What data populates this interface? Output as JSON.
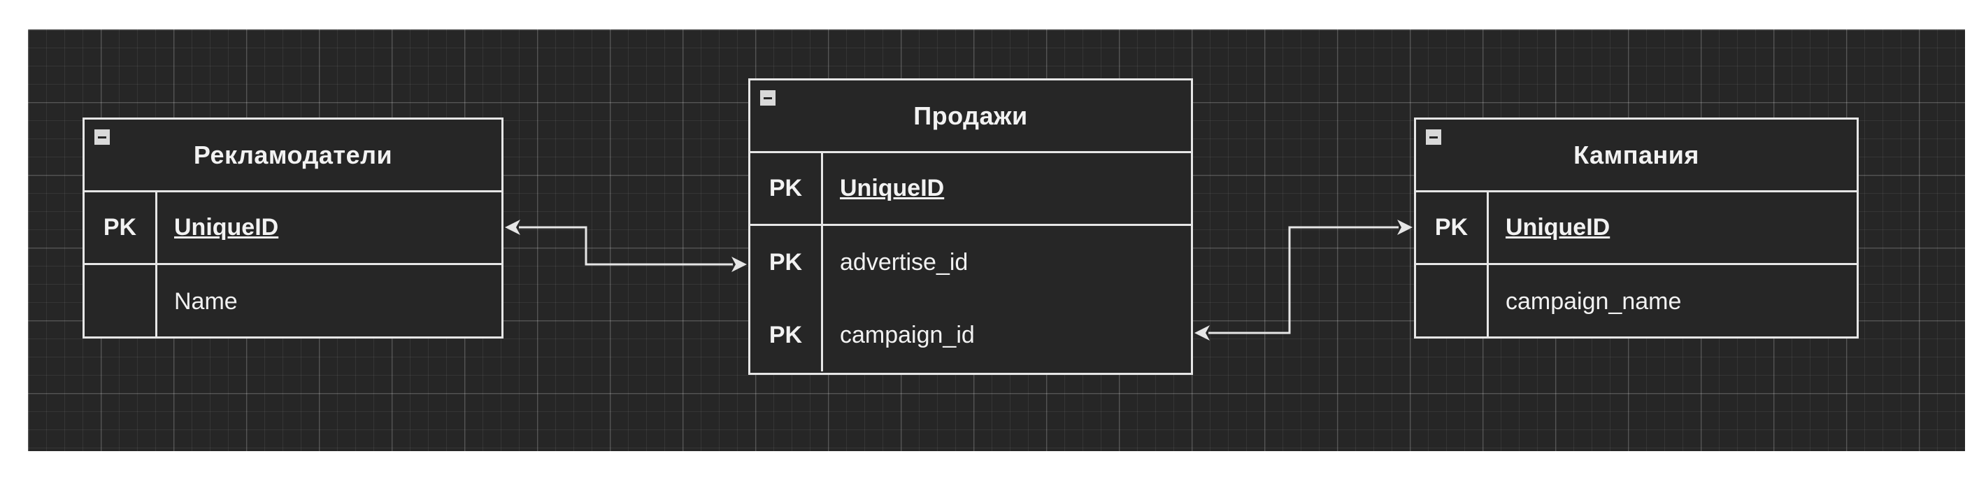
{
  "entities": {
    "advertisers": {
      "title": "Рекламодатели",
      "rows": [
        {
          "key": "PK",
          "name": "UniqueID"
        },
        {
          "key": "",
          "name": "Name"
        }
      ]
    },
    "sales": {
      "title": "Продажи",
      "rows": [
        {
          "key": "PK",
          "name": "UniqueID"
        },
        {
          "key": "PK",
          "name": "advertise_id"
        },
        {
          "key": "PK",
          "name": "campaign_id"
        }
      ]
    },
    "campaign": {
      "title": "Кампания",
      "rows": [
        {
          "key": "PK",
          "name": "UniqueID"
        },
        {
          "key": "",
          "name": "campaign_name"
        }
      ]
    }
  },
  "relations": [
    {
      "from": "Рекламодатели.UniqueID",
      "to": "Продажи.advertise_id"
    },
    {
      "from": "Продажи.campaign_id",
      "to": "Кампания.UniqueID"
    }
  ],
  "colors": {
    "canvas_background": "#262626",
    "line": "#e6e6e6",
    "text": "#f2f2f2"
  },
  "icons": {
    "collapse": "minus-square-icon"
  }
}
